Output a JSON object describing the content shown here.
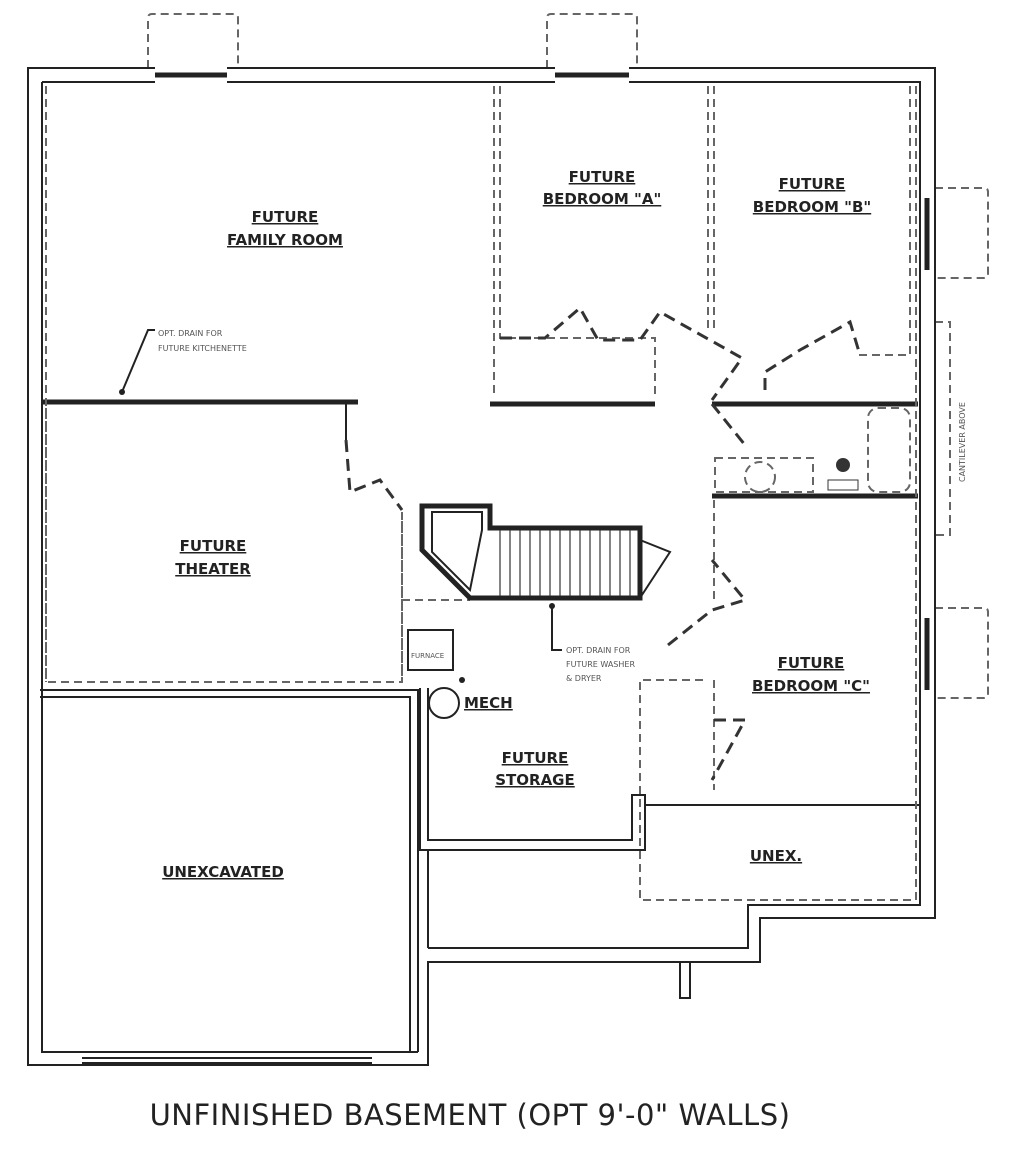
{
  "plan": {
    "title": "UNFINISHED BASEMENT (OPT 9'-0\" WALLS)",
    "rooms": {
      "family_room": [
        "FUTURE",
        "FAMILY ROOM"
      ],
      "bedroom_a": [
        "FUTURE",
        "BEDROOM \"A\""
      ],
      "bedroom_b": [
        "FUTURE",
        "BEDROOM \"B\""
      ],
      "bedroom_c": [
        "FUTURE",
        "BEDROOM \"C\""
      ],
      "theater": [
        "FUTURE",
        "THEATER"
      ],
      "storage": [
        "FUTURE",
        "STORAGE"
      ],
      "mech": "MECH",
      "unexcavated": "UNEXCAVATED",
      "unex": "UNEX."
    },
    "notes": {
      "kitchenette": [
        "OPT. DRAIN FOR",
        "FUTURE KITCHENETTE"
      ],
      "washer": [
        "OPT. DRAIN FOR",
        "FUTURE WASHER",
        "& DRYER"
      ],
      "furnace": "FURNACE",
      "cantilever": "CANTILEVER ABOVE"
    }
  }
}
